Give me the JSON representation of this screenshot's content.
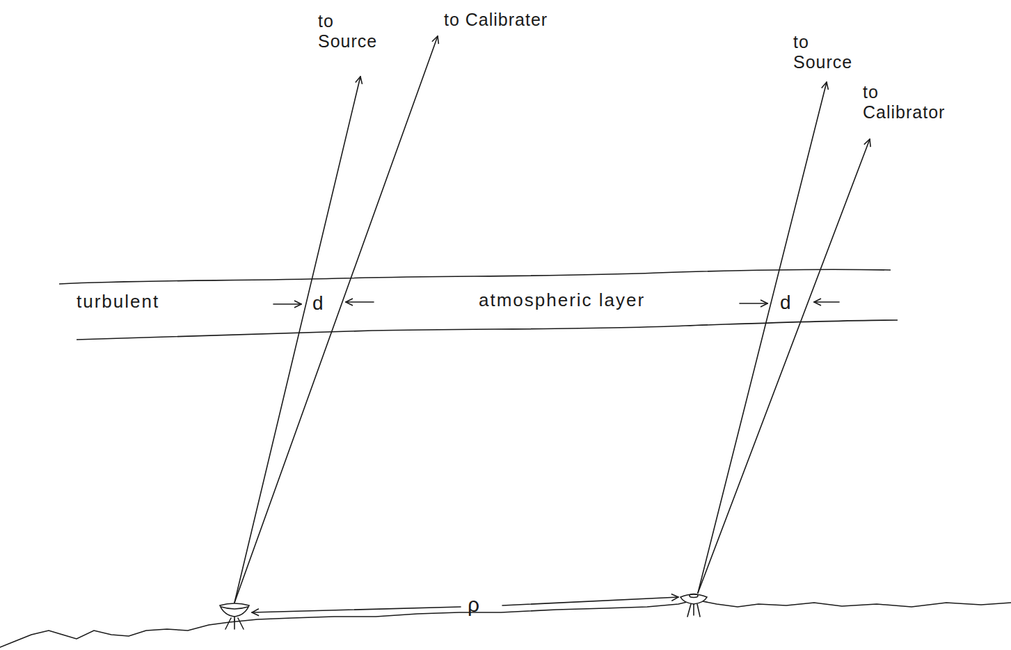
{
  "diagram": {
    "nodes": [
      {
        "text": [
          "turbulent",
          "atmospheric layer"
        ]
      }
    ],
    "labels": [
      "to Source",
      "to Calibrater",
      "to Source",
      "to Calibrator",
      "d",
      "d",
      "ρ"
    ]
  }
}
